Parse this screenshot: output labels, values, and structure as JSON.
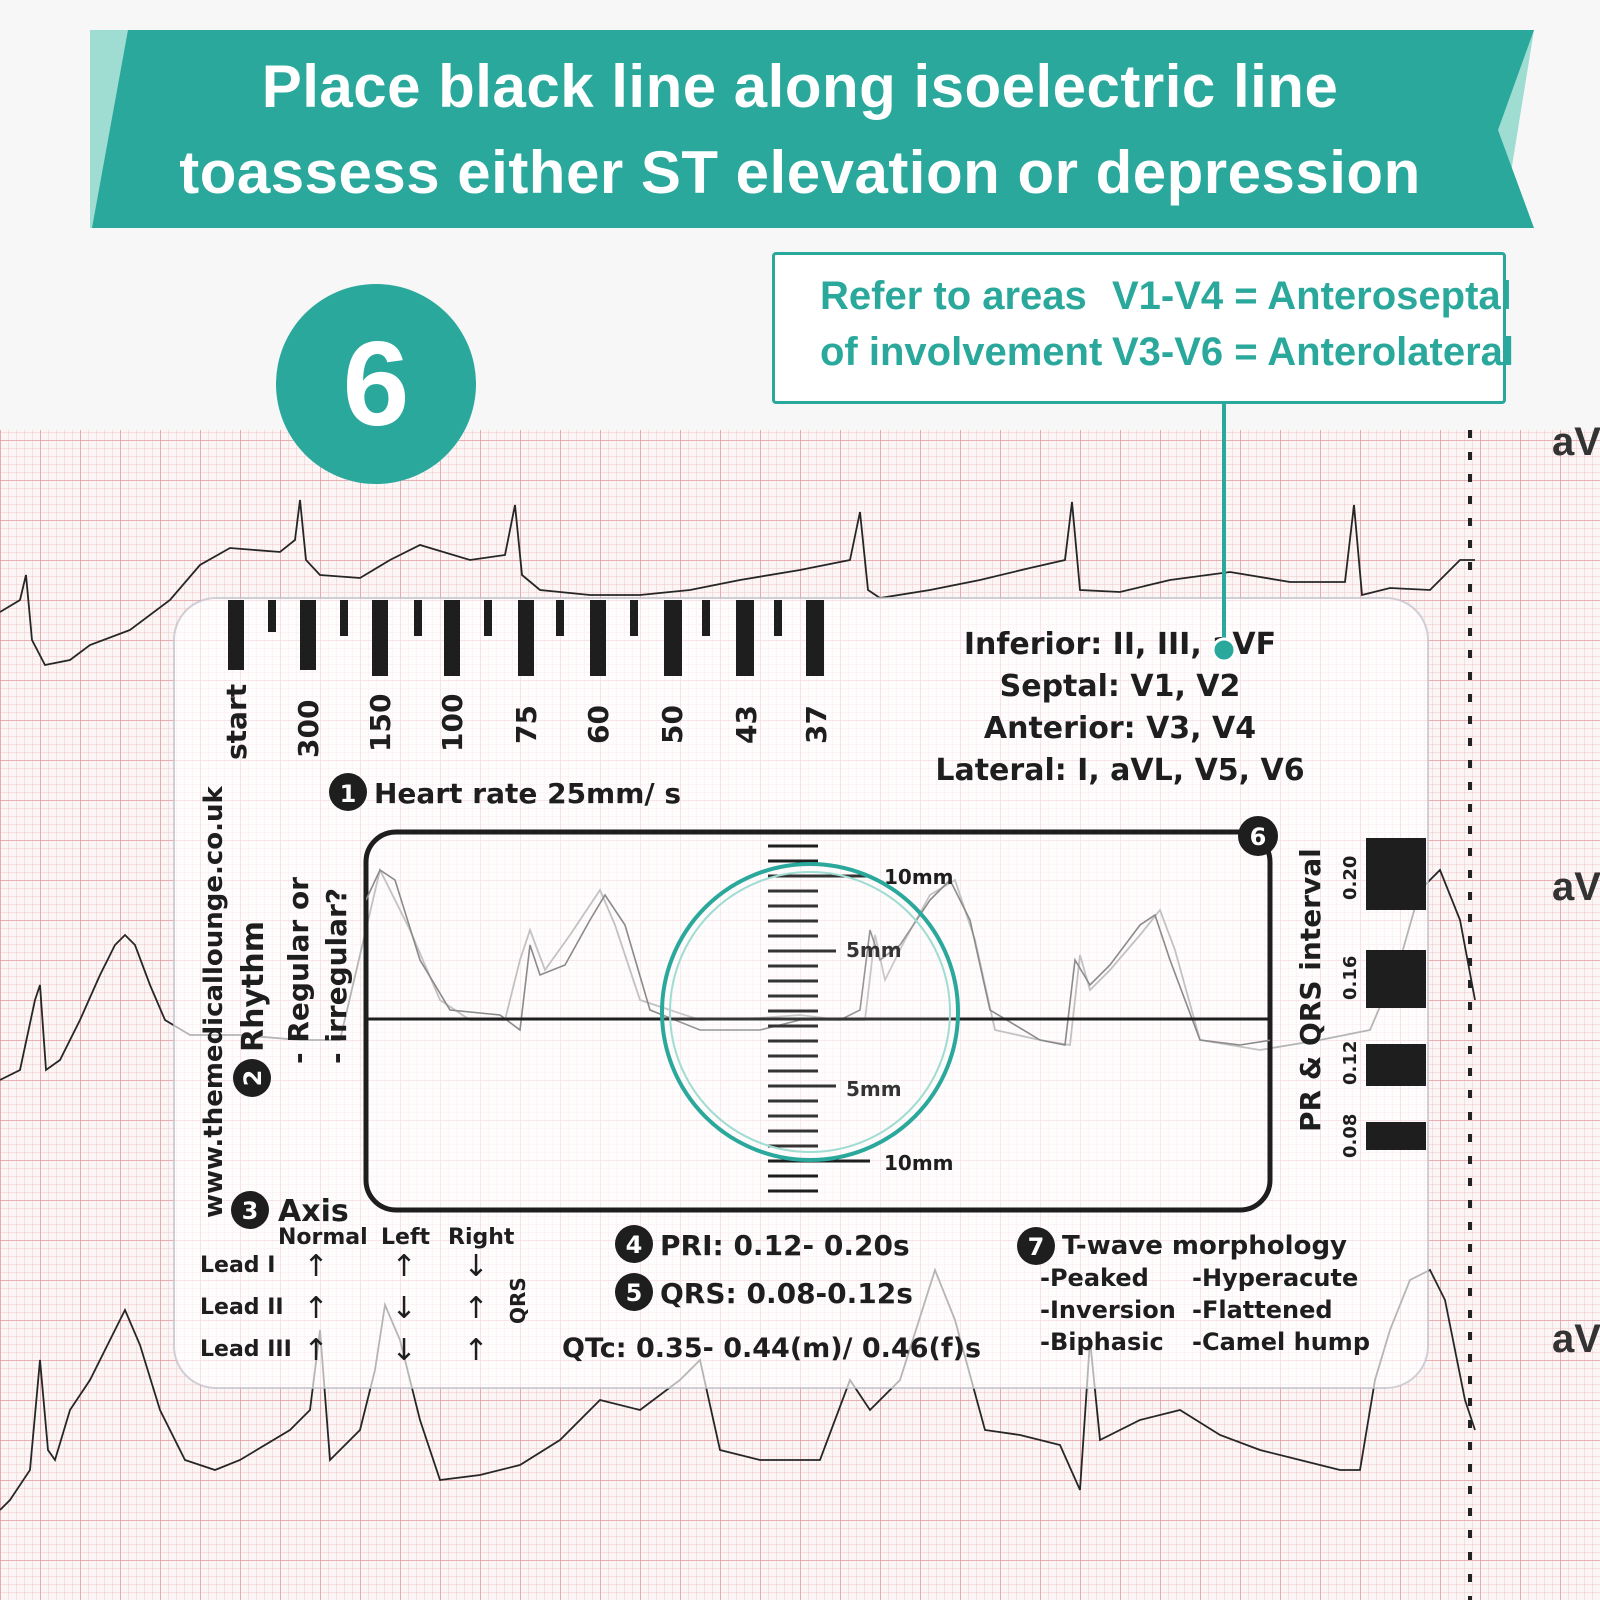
{
  "colors": {
    "teal": "#2aa89c",
    "teal_light": "#9fdcd2",
    "ecg_grid_minor": "#f3c6c8",
    "ecg_grid_major": "#e39a9f",
    "ink": "#222222"
  },
  "banner": {
    "line1": "Place black line along isoelectric line",
    "line2": "toassess either ST elevation or depression"
  },
  "step_number": "6",
  "callout": {
    "left_line1": "Refer to areas",
    "left_line2": "of involvement",
    "right_line1": "V1-V4 = Anteroseptal",
    "right_line2": "V3-V6 = Anterolateral"
  },
  "lead_labels": [
    "aV",
    "aV",
    "aV"
  ],
  "ruler": {
    "website": "www.themedicallounge.co.uk",
    "rate_labels": [
      "start",
      "300",
      "150",
      "100",
      "75",
      "60",
      "50",
      "43",
      "37"
    ],
    "heart_rate": {
      "number": "1",
      "label": "Heart rate 25mm/ s"
    },
    "rhythm": {
      "number": "2",
      "title": "Rhythm",
      "options": [
        "- Regular or",
        "- irregular?"
      ]
    },
    "territories": [
      "Inferior: II, III, aVF",
      "Septal: V1, V2",
      "Anterior: V3, V4",
      "Lateral: I, aVL, V5, V6"
    ],
    "st_window": {
      "number": "6",
      "labels": [
        "10mm",
        "5mm",
        "5mm",
        "10mm"
      ]
    },
    "interval_scale": {
      "title": "PR & QRS interval",
      "values": [
        "0.20",
        "0.16",
        "0.12",
        "0.08"
      ]
    },
    "axis": {
      "number": "3",
      "title": "Axis",
      "headers": [
        "Normal",
        "Left",
        "Right"
      ],
      "leads": [
        "Lead I",
        "Lead II",
        "Lead III"
      ],
      "arrows": [
        [
          "↑",
          "↑",
          "↓"
        ],
        [
          "↑",
          "↓",
          "↑"
        ],
        [
          "↑",
          "↓",
          "↑"
        ]
      ],
      "qrs_label": "QRS"
    },
    "pri": {
      "number": "4",
      "text": "PRI: 0.12- 0.20s"
    },
    "qrs": {
      "number": "5",
      "text": "QRS: 0.08-0.12s"
    },
    "qtc": "QTc: 0.35- 0.44(m)/ 0.46(f)s",
    "twave": {
      "number": "7",
      "title": "T-wave morphology",
      "col1": [
        "-Peaked",
        "-Inversion",
        "-Biphasic"
      ],
      "col2": [
        "-Hyperacute",
        "-Flattened",
        "-Camel hump"
      ]
    }
  }
}
